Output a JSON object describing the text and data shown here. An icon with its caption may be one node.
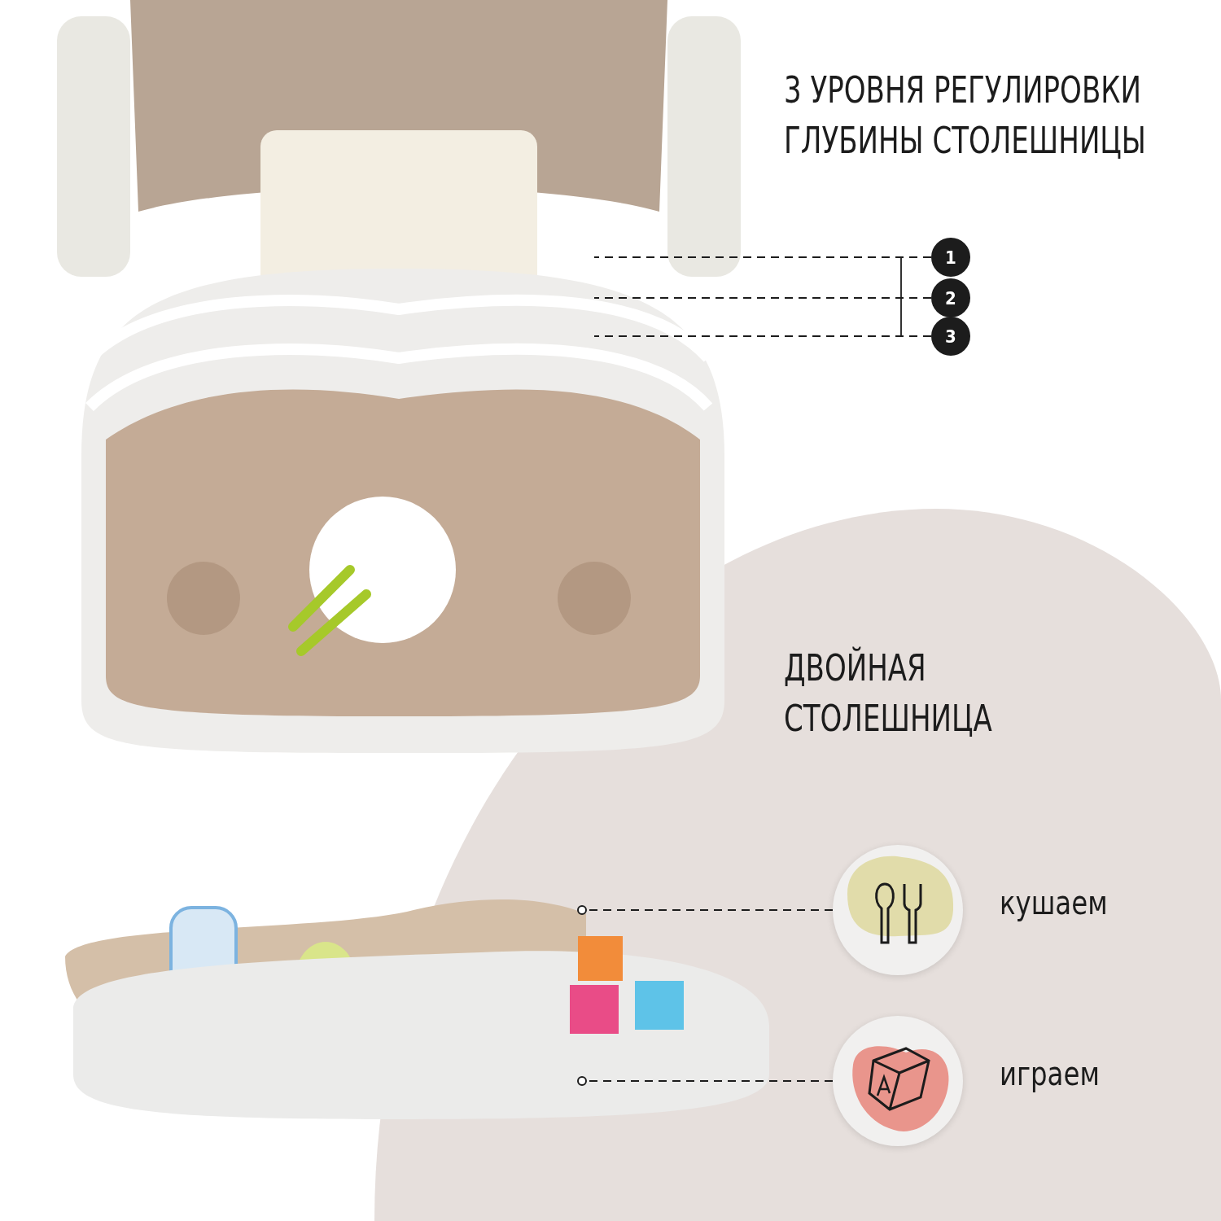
{
  "diagram": {
    "title": "3 УРОВНЯ РЕГУЛИРОВКИ ГЛУБИНЫ СТОЛЕШНИЦЫ",
    "nodes": [
      {
        "text": [],
        "shape": "picture"
      },
      {
        "text": [
          "1"
        ]
      },
      {
        "text": [
          "2"
        ]
      },
      {
        "text": [
          "3"
        ]
      },
      {
        "text": [],
        "shape": "picture"
      },
      {
        "text": [],
        "shape": "picture"
      },
      {
        "text": [],
        "shape": "circle",
        "beside": [
          "кушаем"
        ]
      },
      {
        "text": [],
        "shape": "circle",
        "beside": [
          "играем"
        ]
      }
    ],
    "edges": [
      {
        "from": 1,
        "to": 0,
        "arrow": "none",
        "style": "dashed"
      },
      {
        "from": 2,
        "to": 0,
        "arrow": "none",
        "style": "dashed"
      },
      {
        "from": 3,
        "to": 0,
        "arrow": "none",
        "style": "dashed"
      },
      {
        "from": 6,
        "to": 4,
        "arrow": "other",
        "style": "dashed"
      },
      {
        "from": 7,
        "to": 5,
        "arrow": "other",
        "style": "dashed"
      }
    ],
    "labels": [
      "ДВОЙНАЯ СТОЛЕШНИЦА"
    ]
  }
}
